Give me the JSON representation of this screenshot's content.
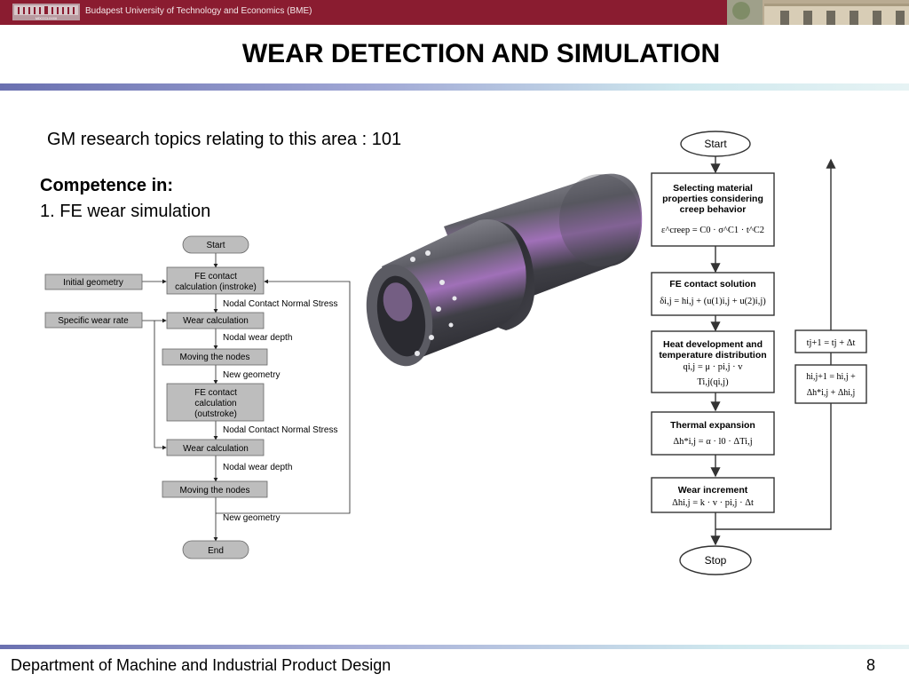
{
  "header": {
    "university": "Budapest University of Technology and Economics (BME)",
    "logo_text": "MDCCCLXXXII"
  },
  "slide": {
    "title": "WEAR DETECTION AND SIMULATION",
    "topic_line": "GM research topics relating to this area : 101",
    "competence_title": "Competence in:",
    "competence_item": "1. FE wear simulation"
  },
  "left_flow": {
    "start": "Start",
    "fe_contact_in_l1": "FE contact",
    "fe_contact_in_l2": "calculation (instroke)",
    "initial_geometry": "Initial geometry",
    "label_normal_stress_1": "Nodal Contact Normal Stress",
    "specific_wear_rate": "Specific wear rate",
    "wear_calc_1": "Wear calculation",
    "label_wear_depth_1": "Nodal wear depth",
    "moving_nodes_1": "Moving the nodes",
    "label_new_geom_1": "New geometry",
    "fe_contact_out_l1": "FE contact",
    "fe_contact_out_l2": "calculation",
    "fe_contact_out_l3": "(outstroke)",
    "label_normal_stress_2": "Nodal Contact Normal Stress",
    "wear_calc_2": "Wear calculation",
    "label_wear_depth_2": "Nodal wear depth",
    "moving_nodes_2": "Moving the nodes",
    "label_new_geom_2": "New geometry",
    "end": "End"
  },
  "right_flow": {
    "start": "Start",
    "material_l1": "Selecting material",
    "material_l2": "properties considering",
    "material_l3": "creep behavior",
    "material_eq": "ε^creep = C0 · σ^C1 · t^C2",
    "fe_contact": "FE contact solution",
    "fe_contact_eq": "δi,j = hi,j + (u(1)i,j + u(2)i,j)",
    "heat_l1": "Heat development and",
    "heat_l2": "temperature distribution",
    "heat_eq1": "qi,j = μ · pi,j · v",
    "heat_eq2": "Ti,j(qi,j)",
    "thermal": "Thermal expansion",
    "thermal_eq": "Δh*i,j = α · l0 · ΔTi,j",
    "wear_inc": "Wear increment",
    "wear_inc_eq": "Δhi,j = k · v · pi,j · Δt",
    "stop": "Stop",
    "time_eq": "tj+1 = tj + Δt",
    "height_eq_l1": "hi,j+1 = hi,j +",
    "height_eq_l2": "Δh*i,j + Δhi,j"
  },
  "footer": {
    "department": "Department of Machine and Industrial Product Design",
    "page_number": "8"
  }
}
